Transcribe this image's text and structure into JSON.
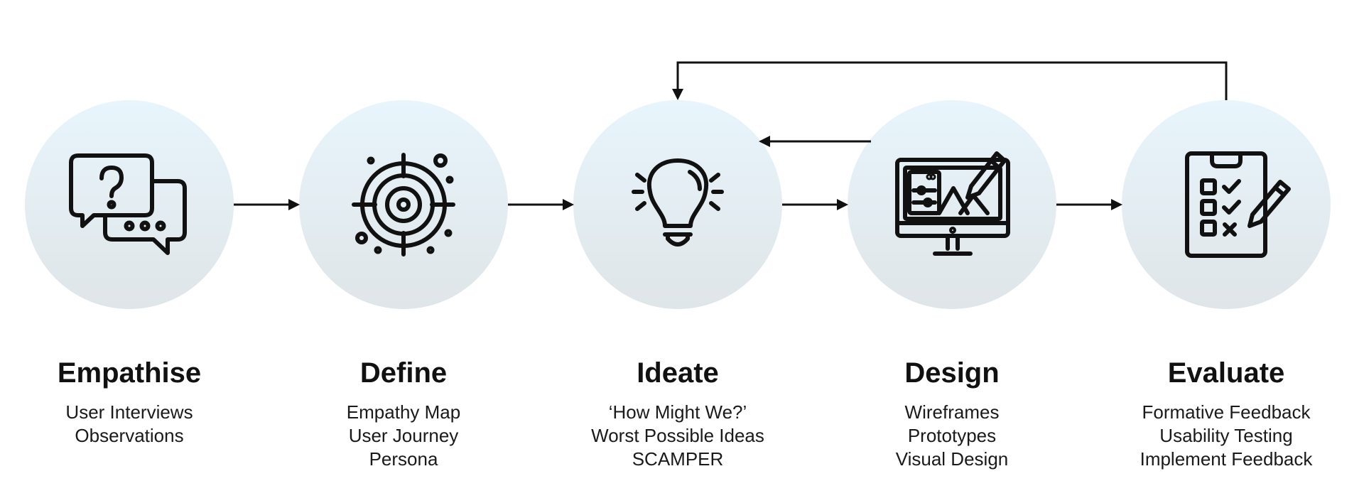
{
  "stages": [
    {
      "title": "Empathise",
      "icon": "chat-question-icon",
      "items": [
        "User Interviews",
        "Observations"
      ]
    },
    {
      "title": "Define",
      "icon": "target-icon",
      "items": [
        "Empathy Map",
        "User Journey",
        "Persona"
      ]
    },
    {
      "title": "Ideate",
      "icon": "lightbulb-icon",
      "items": [
        "‘How Might We?’",
        "Worst Possible Ideas",
        "SCAMPER"
      ]
    },
    {
      "title": "Design",
      "icon": "monitor-design-icon",
      "items": [
        "Wireframes",
        "Prototypes",
        "Visual Design"
      ]
    },
    {
      "title": "Evaluate",
      "icon": "checklist-icon",
      "items": [
        "Formative Feedback",
        "Usability Testing",
        "Implement Feedback"
      ]
    }
  ],
  "colors": {
    "circle_top": "#e8f5fc",
    "circle_bottom": "#dfe5e8",
    "stroke": "#111111"
  }
}
